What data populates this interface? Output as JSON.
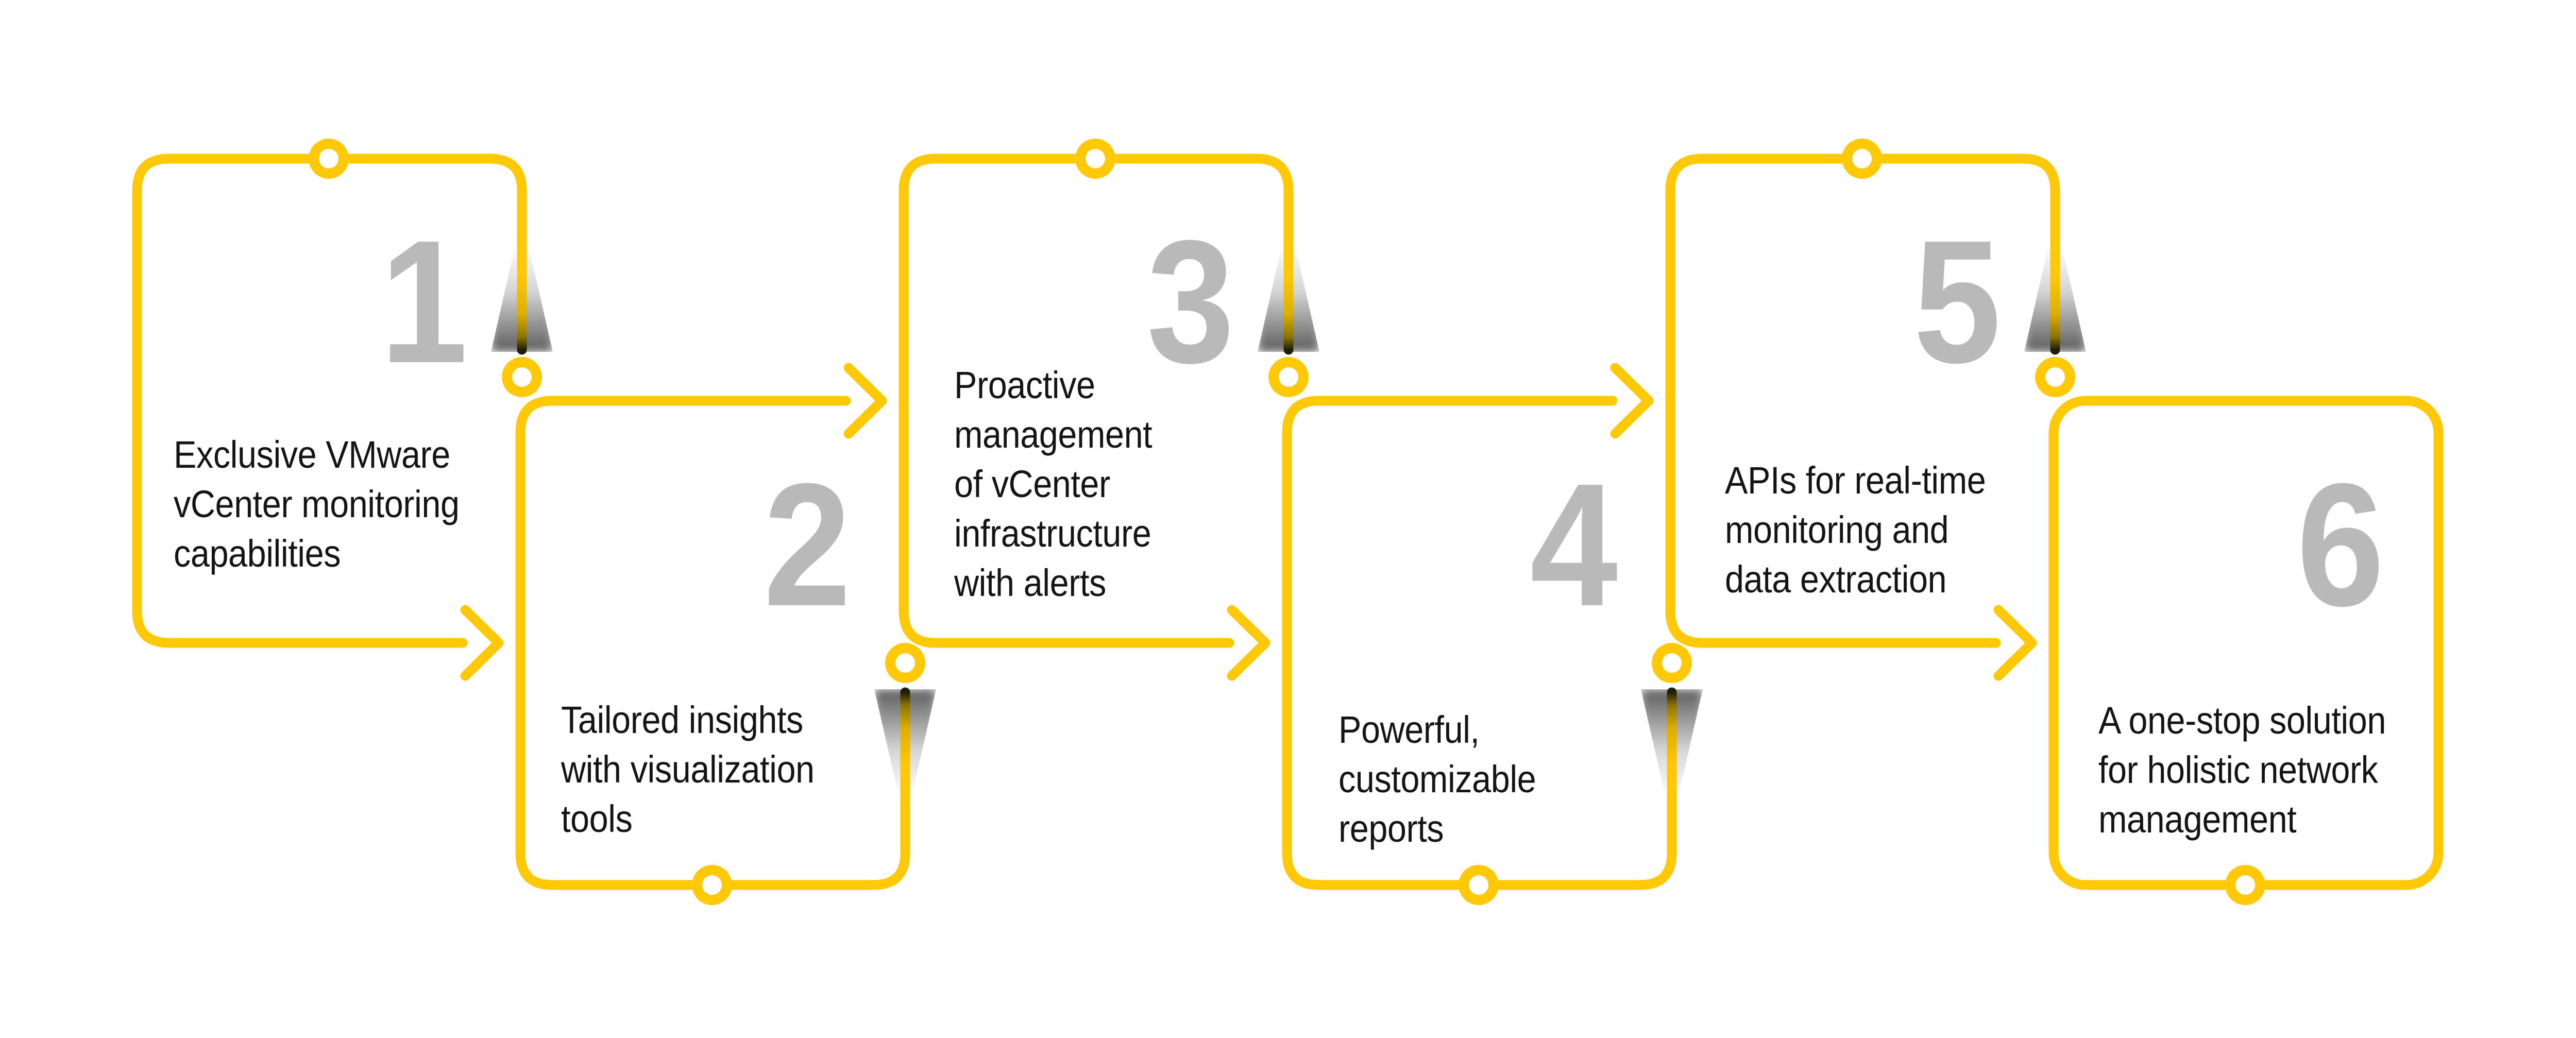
{
  "infographic": {
    "subject": "VMware vCenter monitoring features",
    "step_count": 6,
    "flow": "numbered steps connected by arrows and ring nodes"
  },
  "colors": {
    "accent_yellow": "#FFC907",
    "number_gray": "#B9B9BA",
    "text_black": "#141414",
    "background": "#FFFFFF",
    "edge_shadow": "rgba(0,0,0,0.6)"
  },
  "icons": {
    "ring_node": "connector ring (yellow donut with white hole)",
    "arrow_right": "yellow chevron pointing right"
  },
  "steps": [
    {
      "number": "1",
      "label": "Exclusive VMware\nvCenter monitoring\ncapabilities"
    },
    {
      "number": "2",
      "label": "Tailored insights\nwith visualization\ntools"
    },
    {
      "number": "3",
      "label": "Proactive\nmanagement\nof vCenter\ninfrastructure\nwith alerts"
    },
    {
      "number": "4",
      "label": "Powerful,\ncustomizable\nreports"
    },
    {
      "number": "5",
      "label": "APIs for real-time\nmonitoring and\ndata extraction"
    },
    {
      "number": "6",
      "label": "A one-stop solution\nfor holistic network\nmanagement"
    }
  ]
}
